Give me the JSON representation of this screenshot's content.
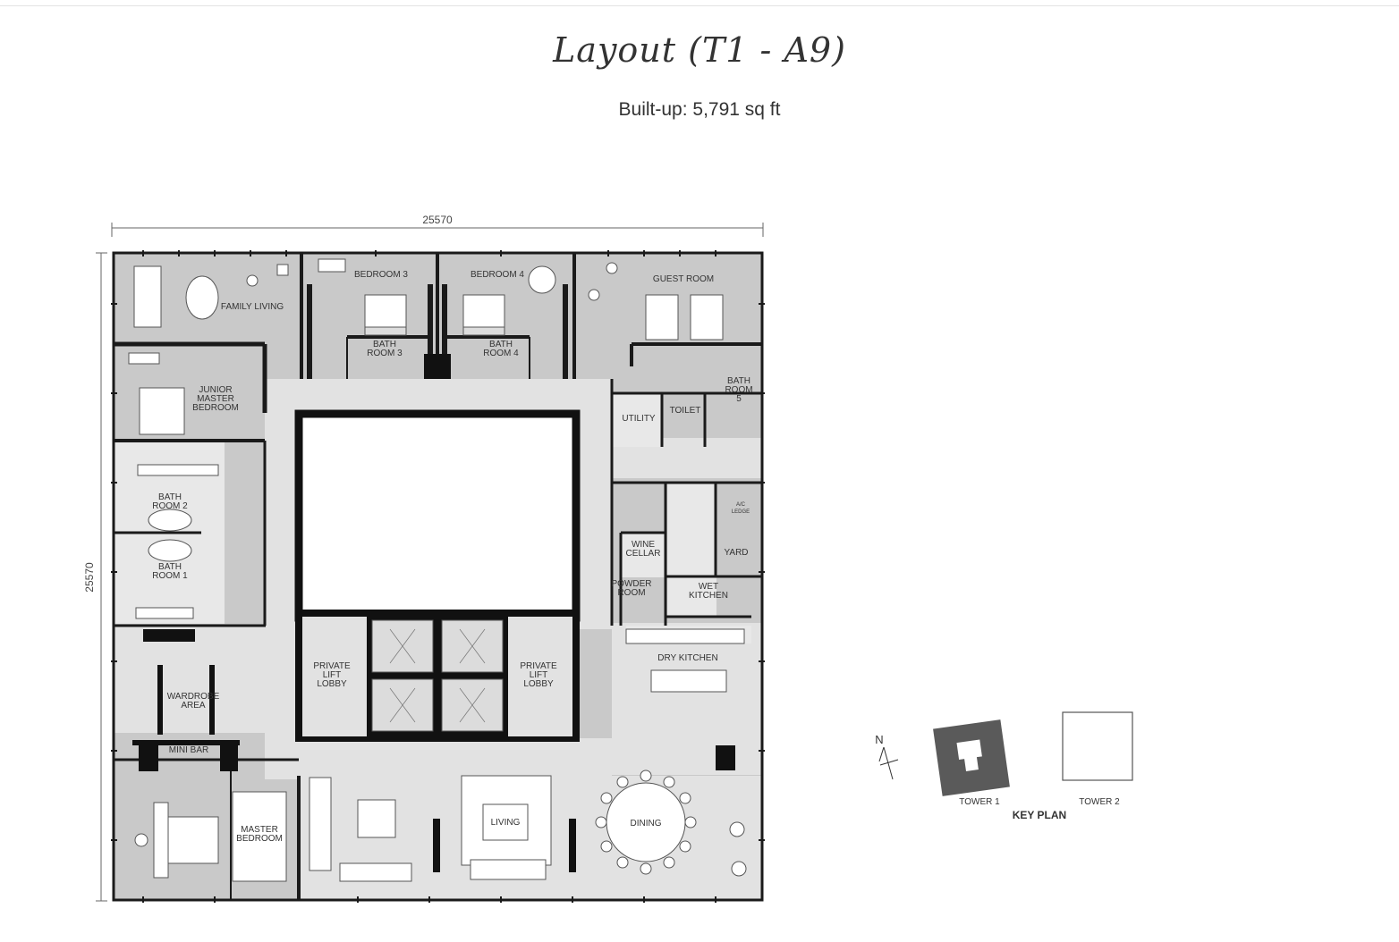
{
  "header": {
    "title": "Layout (T1 - A9)",
    "builtup": "Built-up: 5,791 sq ft"
  },
  "plan": {
    "dimension_width": "25570",
    "dimension_height": "25570",
    "rooms": {
      "family_living": "FAMILY LIVING",
      "bedroom3": "BEDROOM 3",
      "bedroom4": "BEDROOM 4",
      "guest_room": "GUEST ROOM",
      "bath3": [
        "BATH",
        "ROOM 3"
      ],
      "bath4": [
        "BATH",
        "ROOM 4"
      ],
      "bath5": [
        "BATH",
        "ROOM",
        "5"
      ],
      "junior_master": [
        "JUNIOR",
        "MASTER",
        "BEDROOM"
      ],
      "utility": "UTILITY",
      "toilet": "TOILET",
      "bath2": [
        "BATH",
        "ROOM 2"
      ],
      "bath1": [
        "BATH",
        "ROOM 1"
      ],
      "ac_ledge": [
        "A/C",
        "LEDGE"
      ],
      "wine_cellar": [
        "WINE",
        "CELLAR"
      ],
      "yard": "YARD",
      "powder_room": [
        "POWDER",
        "ROOM"
      ],
      "wet_kitchen": [
        "WET",
        "KITCHEN"
      ],
      "private_lift_lobby_left": [
        "PRIVATE",
        "LIFT",
        "LOBBY"
      ],
      "private_lift_lobby_right": [
        "PRIVATE",
        "LIFT",
        "LOBBY"
      ],
      "dry_kitchen": "DRY KITCHEN",
      "wardrobe": [
        "WARDROBE",
        "AREA"
      ],
      "mini_bar": "MINI BAR",
      "master_bedroom": [
        "MASTER",
        "BEDROOM"
      ],
      "living": "LIVING",
      "dining": "DINING"
    }
  },
  "key_plan": {
    "north": "N",
    "tower1": "TOWER 1",
    "tower2": "TOWER 2",
    "label": "KEY PLAN"
  },
  "colors": {
    "room_fill": "#c8c8c8",
    "corridor_fill": "#e1e1e1",
    "wall": "#1a1a1a",
    "tower1_fill": "#5a5a5a"
  }
}
